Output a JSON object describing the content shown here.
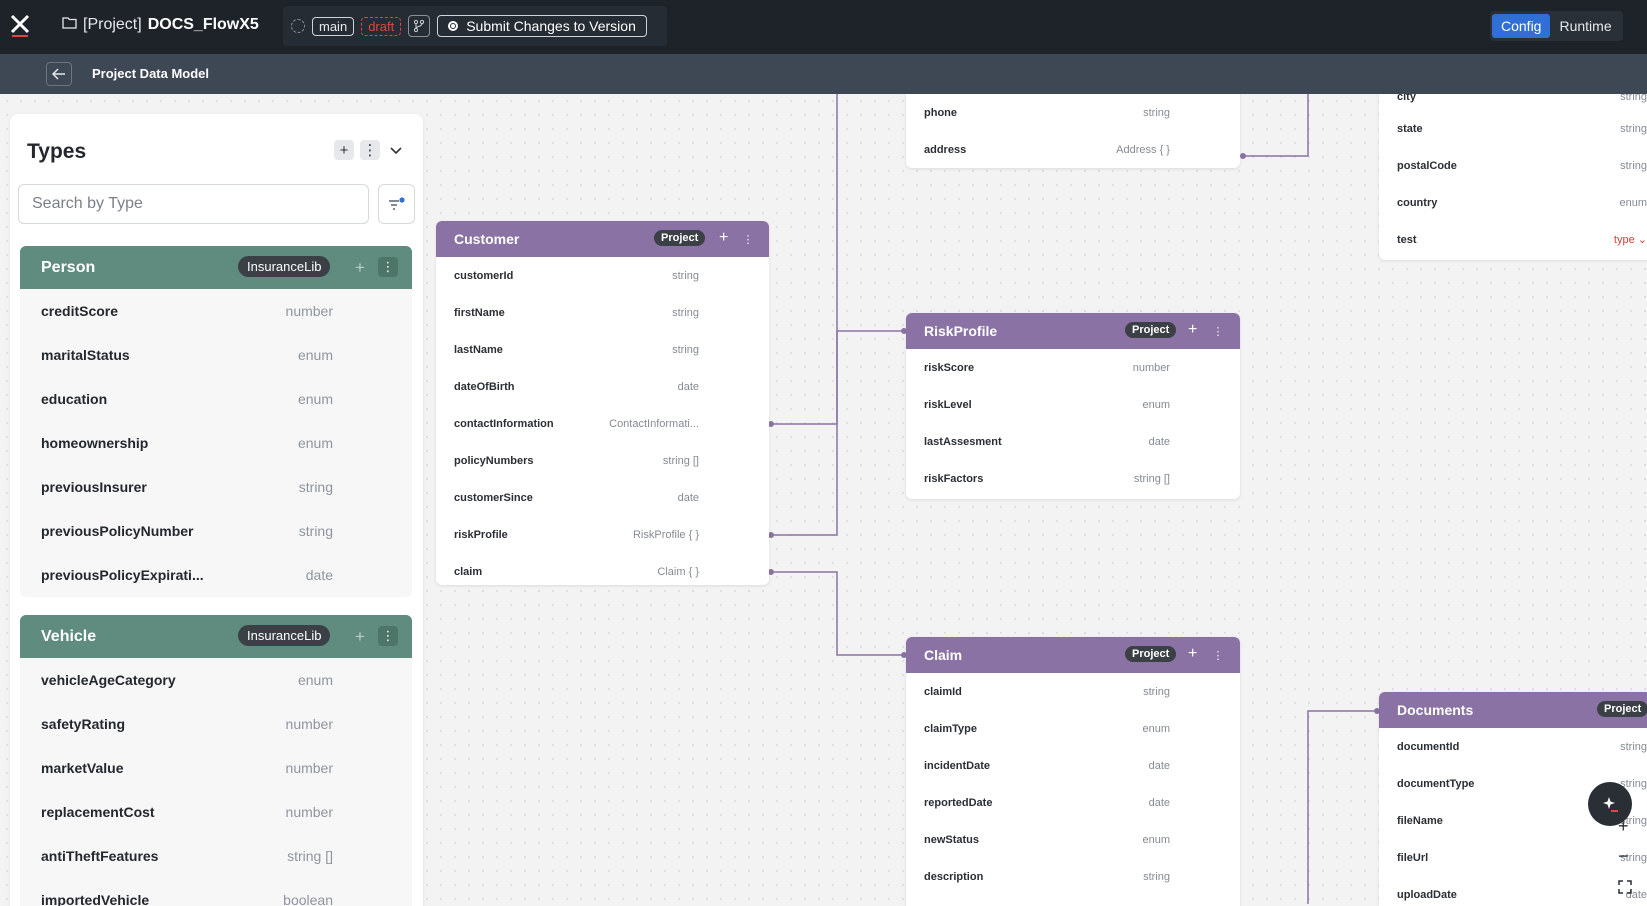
{
  "app": {
    "project_prefix": "[Project]",
    "project_name": "DOCS_FlowX5",
    "branch": "main",
    "status": "draft",
    "submit_label": "Submit Changes to Version",
    "mode_config": "Config",
    "mode_runtime": "Runtime"
  },
  "subheader": {
    "title": "Project Data Model"
  },
  "panel": {
    "title": "Types",
    "search_placeholder": "Search by Type",
    "types": [
      {
        "name": "Person",
        "library": "InsuranceLib",
        "fields": [
          {
            "name": "creditScore",
            "type": "number"
          },
          {
            "name": "maritalStatus",
            "type": "enum"
          },
          {
            "name": "education",
            "type": "enum"
          },
          {
            "name": "homeownership",
            "type": "enum"
          },
          {
            "name": "previousInsurer",
            "type": "string"
          },
          {
            "name": "previousPolicyNumber",
            "type": "string"
          },
          {
            "name": "previousPolicyExpirati...",
            "type": "date"
          }
        ]
      },
      {
        "name": "Vehicle",
        "library": "InsuranceLib",
        "fields": [
          {
            "name": "vehicleAgeCategory",
            "type": "enum"
          },
          {
            "name": "safetyRating",
            "type": "number"
          },
          {
            "name": "marketValue",
            "type": "number"
          },
          {
            "name": "replacementCost",
            "type": "number"
          },
          {
            "name": "antiTheftFeatures",
            "type": "string []"
          },
          {
            "name": "importedVehicle",
            "type": "boolean"
          }
        ]
      }
    ]
  },
  "entities": {
    "contact_partial": {
      "fields": [
        {
          "name": "phone",
          "type": "string"
        },
        {
          "name": "address",
          "type": "Address { }"
        }
      ]
    },
    "address_partial": {
      "fields": [
        {
          "name": "city",
          "type": "string"
        },
        {
          "name": "state",
          "type": "string"
        },
        {
          "name": "postalCode",
          "type": "string"
        },
        {
          "name": "country",
          "type": "enum"
        },
        {
          "name": "test",
          "type": "type ⌄"
        }
      ]
    },
    "customer": {
      "name": "Customer",
      "badge": "Project",
      "fields": [
        {
          "name": "customerId",
          "type": "string"
        },
        {
          "name": "firstName",
          "type": "string"
        },
        {
          "name": "lastName",
          "type": "string"
        },
        {
          "name": "dateOfBirth",
          "type": "date"
        },
        {
          "name": "contactInformation",
          "type": "ContactInformati..."
        },
        {
          "name": "policyNumbers",
          "type": "string []"
        },
        {
          "name": "customerSince",
          "type": "date"
        },
        {
          "name": "riskProfile",
          "type": "RiskProfile { }"
        },
        {
          "name": "claim",
          "type": "Claim { }"
        }
      ]
    },
    "riskprofile": {
      "name": "RiskProfile",
      "badge": "Project",
      "fields": [
        {
          "name": "riskScore",
          "type": "number"
        },
        {
          "name": "riskLevel",
          "type": "enum"
        },
        {
          "name": "lastAssesment",
          "type": "date"
        },
        {
          "name": "riskFactors",
          "type": "string []"
        }
      ]
    },
    "claim": {
      "name": "Claim",
      "badge": "Project",
      "fields": [
        {
          "name": "claimId",
          "type": "string"
        },
        {
          "name": "claimType",
          "type": "enum"
        },
        {
          "name": "incidentDate",
          "type": "date"
        },
        {
          "name": "reportedDate",
          "type": "date"
        },
        {
          "name": "newStatus",
          "type": "enum"
        },
        {
          "name": "description",
          "type": "string"
        }
      ]
    },
    "documents": {
      "name": "Documents",
      "badge": "Project",
      "fields": [
        {
          "name": "documentId",
          "type": "string"
        },
        {
          "name": "documentType",
          "type": "string"
        },
        {
          "name": "fileName",
          "type": "string"
        },
        {
          "name": "fileUrl",
          "type": "string"
        },
        {
          "name": "uploadDate",
          "type": "date"
        }
      ]
    }
  },
  "colors": {
    "topbar": "#1e2329",
    "subbar": "#3e4754",
    "library_header": "#5f8c7e",
    "project_header": "#8b72a4",
    "accent": "#2f6fd6",
    "draft": "#e0453f"
  }
}
